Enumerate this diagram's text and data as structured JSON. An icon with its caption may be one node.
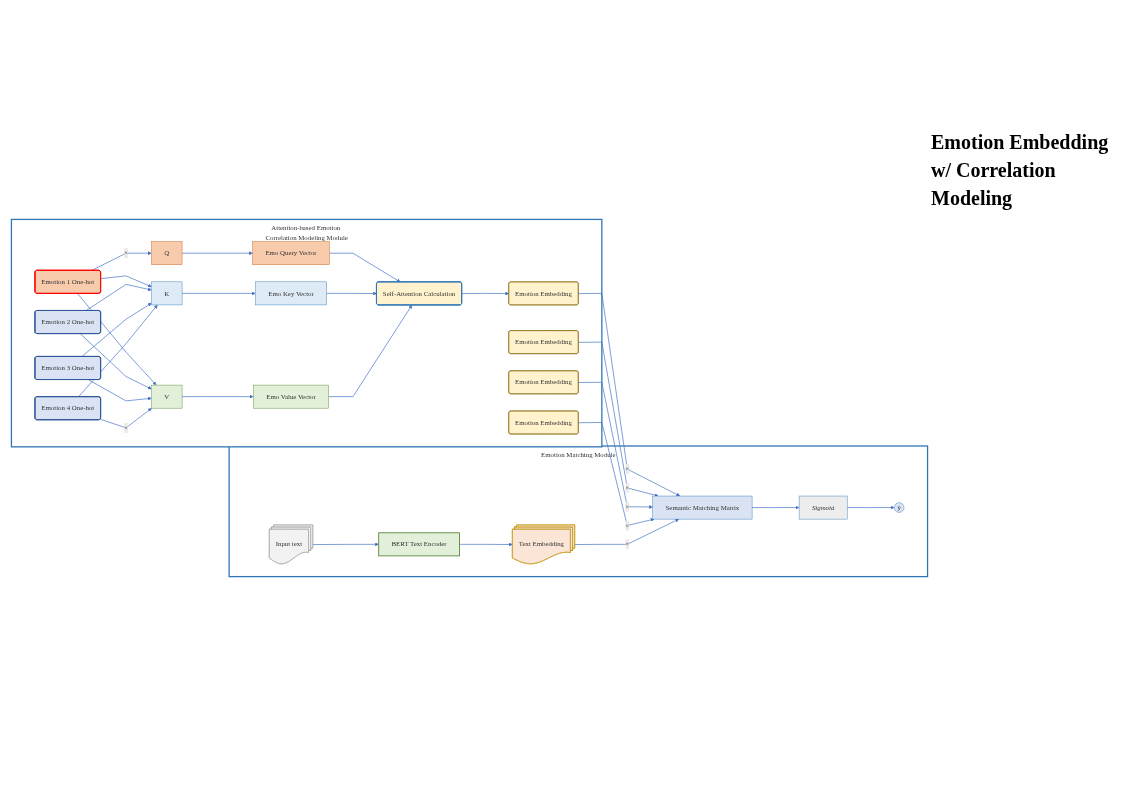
{
  "diagram": {
    "nodes": [
      {
        "text": [
          "Attention-based Emotion Correlation Modeling Module"
        ]
      },
      {
        "text": [
          "Emotion 1 One-hot"
        ],
        "in": 0
      },
      {
        "text": [
          "Emotion 2 One-hot"
        ],
        "in": 0
      },
      {
        "text": [
          "Emotion 3 One-hot"
        ],
        "in": 0
      },
      {
        "text": [
          "Emotion 4 One-hot"
        ],
        "in": 0
      },
      {
        "text": [
          "Q"
        ],
        "in": 0
      },
      {
        "text": [
          "K"
        ],
        "in": 0
      },
      {
        "text": [
          "V"
        ],
        "in": 0
      },
      {
        "text": [
          "Emo Query Vector"
        ],
        "in": 0
      },
      {
        "text": [
          "Emo Key Vector"
        ],
        "in": 0
      },
      {
        "text": [
          "Emo Value Vector"
        ],
        "in": 0
      },
      {
        "text": [
          "Self-Attention Calculation"
        ],
        "in": 0
      },
      {
        "text": [
          "Emotion Embedding"
        ],
        "in": 0
      },
      {
        "text": [
          "Emotion Embedding"
        ],
        "in": 0
      },
      {
        "text": [
          "Emotion Embedding"
        ],
        "in": 0
      },
      {
        "text": [
          "Emotion Embedding"
        ],
        "in": 0
      },
      {
        "text": [
          "Emotion Matching Module"
        ]
      },
      {
        "text": [
          "Input text"
        ],
        "in": 16
      },
      {
        "text": [
          "BERT Text Encoder"
        ],
        "in": 16
      },
      {
        "text": [
          "Text Embedding"
        ],
        "in": 16
      },
      {
        "text": [
          "Semantic Matching Matrix"
        ],
        "in": 16
      },
      {
        "text": [
          "Sigmoid"
        ],
        "in": 16
      },
      {
        "text": [
          "ŷ"
        ],
        "in": 16
      }
    ],
    "edges": [
      {
        "from": 1,
        "to": 5,
        "arrow": "to",
        "label": "×"
      },
      {
        "from": 1,
        "to": 6,
        "arrow": "to"
      },
      {
        "from": 1,
        "to": 7,
        "arrow": "to"
      },
      {
        "from": 2,
        "to": 6,
        "arrow": "to"
      },
      {
        "from": 2,
        "to": 7,
        "arrow": "to"
      },
      {
        "from": 3,
        "to": 6,
        "arrow": "to"
      },
      {
        "from": 3,
        "to": 7,
        "arrow": "to"
      },
      {
        "from": 4,
        "to": 6,
        "arrow": "to"
      },
      {
        "from": 4,
        "to": 7,
        "arrow": "to",
        "label": "×"
      },
      {
        "from": 5,
        "to": 8,
        "arrow": "to"
      },
      {
        "from": 6,
        "to": 9,
        "arrow": "to"
      },
      {
        "from": 7,
        "to": 10,
        "arrow": "to"
      },
      {
        "from": 8,
        "to": 11,
        "arrow": "to"
      },
      {
        "from": 9,
        "to": 11,
        "arrow": "to"
      },
      {
        "from": 10,
        "to": 11,
        "arrow": "to"
      },
      {
        "from": 11,
        "to": 12,
        "arrow": "to"
      },
      {
        "from": 12,
        "to": 20,
        "arrow": "to",
        "label": "×"
      },
      {
        "from": 13,
        "to": 20,
        "arrow": "to",
        "label": "×"
      },
      {
        "from": 14,
        "to": 20,
        "arrow": "to",
        "label": "×"
      },
      {
        "from": 15,
        "to": 20,
        "arrow": "to",
        "label": "×"
      },
      {
        "from": 17,
        "to": 18,
        "arrow": "to"
      },
      {
        "from": 18,
        "to": 19,
        "arrow": "to"
      },
      {
        "from": 19,
        "to": 20,
        "arrow": "to",
        "label": "×"
      },
      {
        "from": 20,
        "to": 21,
        "arrow": "to"
      },
      {
        "from": 21,
        "to": 22,
        "arrow": "to"
      }
    ],
    "labels": [
      "Emotion Embedding w/ Correlation Modeling"
    ]
  }
}
